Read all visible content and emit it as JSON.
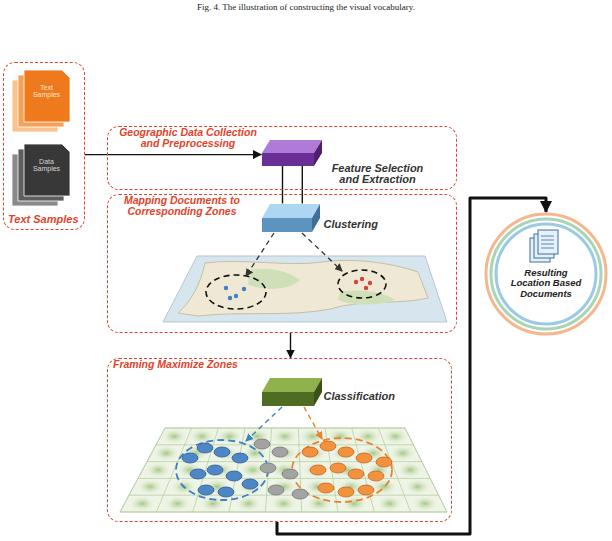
{
  "diagram": {
    "caption": "Fig. 4. The illustration of constructing the visual vocabulary.",
    "nodes": [
      {
        "text": [
          "Text Samples"
        ]
      },
      {
        "text": [
          "Text Samples"
        ],
        "in": 0
      },
      {
        "text": [
          "Data Samples"
        ],
        "in": 0
      },
      {
        "text": [
          "Geographic Data Collection and Preprocessing"
        ]
      },
      {
        "text": [
          "Feature Selection and Extraction"
        ],
        "in": 3
      },
      {
        "text": [
          "Mapping Documents to Corresponding Zones"
        ]
      },
      {
        "text": [
          "Clustering"
        ],
        "in": 5
      },
      {
        "text": [
          "Framing Maximize Zones"
        ]
      },
      {
        "text": [
          "Classification"
        ],
        "in": 7
      },
      {
        "text": [
          "Resulting Location Based Documents"
        ]
      }
    ],
    "edges": [
      {
        "from": 0,
        "to": 4,
        "arrow": "to"
      },
      {
        "from": 4,
        "to": 6,
        "arrow": "none"
      },
      {
        "from": 5,
        "to": 7,
        "arrow": "to"
      },
      {
        "from": 7,
        "to": 9,
        "arrow": "to"
      }
    ]
  }
}
